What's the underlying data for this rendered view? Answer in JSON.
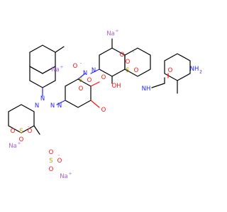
{
  "labels": {
    "na": "Na",
    "plus": "+",
    "minus": "-",
    "s": "S",
    "o": "O",
    "oh": "OH",
    "nh": "NH",
    "nh2": "NH",
    "h2sub": "2",
    "n": "N"
  },
  "colors": {
    "nitrogen": "#2323ff",
    "oxygen": "#ff0d0d",
    "sulfur": "#b2a000",
    "sodium": "#aa5cf2",
    "carbon": "#000000"
  }
}
